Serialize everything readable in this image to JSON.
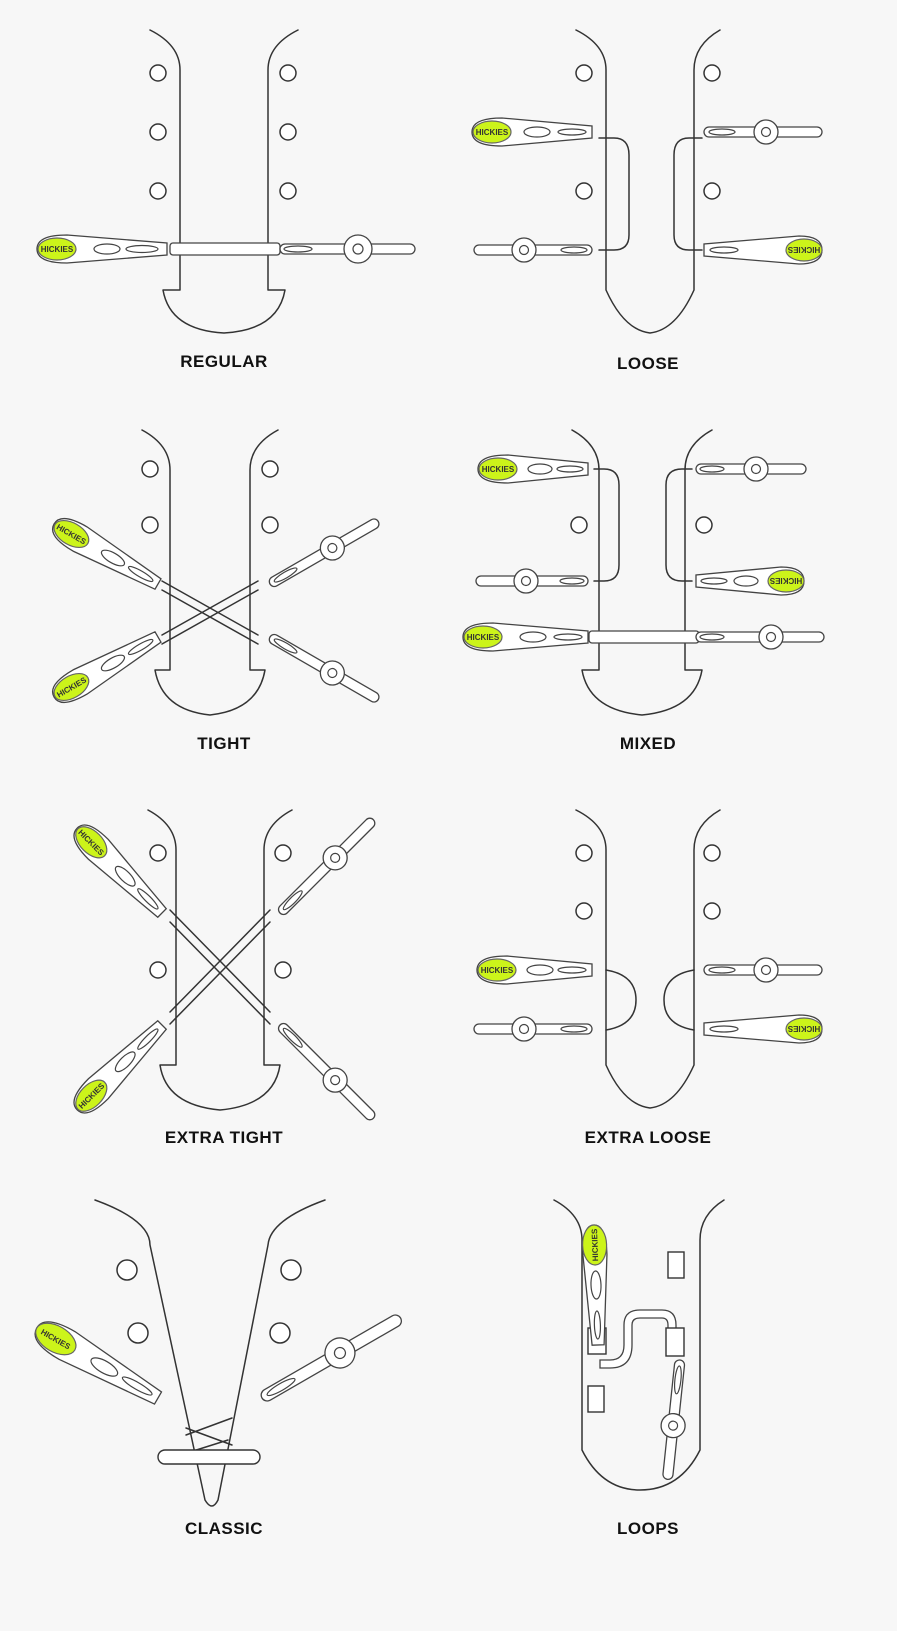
{
  "colors": {
    "background": "#f7f7f7",
    "outline": "#333333",
    "brand_accent": "#ccf41a"
  },
  "brand_text": "HICKIES",
  "styles": [
    {
      "id": "regular",
      "label": "REGULAR"
    },
    {
      "id": "loose",
      "label": "LOOSE"
    },
    {
      "id": "tight",
      "label": "TIGHT"
    },
    {
      "id": "mixed",
      "label": "MIXED"
    },
    {
      "id": "extra-tight",
      "label": "EXTRA TIGHT"
    },
    {
      "id": "extra-loose",
      "label": "EXTRA LOOSE"
    },
    {
      "id": "classic",
      "label": "CLASSIC"
    },
    {
      "id": "loops",
      "label": "LOOPS"
    }
  ]
}
